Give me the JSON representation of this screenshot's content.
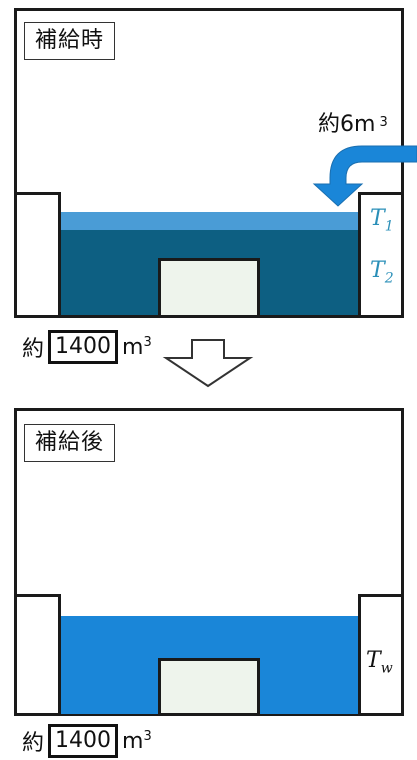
{
  "top_panel": {
    "label": "補給時",
    "inflow_text": "約6m",
    "inflow_sup": "3",
    "temp_upper_letter": "T",
    "temp_upper_sub": "1",
    "temp_lower_letter": "T",
    "temp_lower_sub": "2",
    "volume_prefix": "約",
    "volume_value": "1400",
    "volume_unit": "m",
    "volume_sup": "3"
  },
  "bottom_panel": {
    "label": "補給後",
    "temp_letter": "T",
    "temp_sub": "w",
    "volume_prefix": "約",
    "volume_value": "1400",
    "volume_unit": "m",
    "volume_sup": "3"
  },
  "colors": {
    "upper_layer": "#4a9cd6",
    "lower_layer": "#0d5f82",
    "mixed_water": "#1a86d8",
    "arrow": "#1a86d8",
    "temp_text": "#2a8fb8"
  }
}
